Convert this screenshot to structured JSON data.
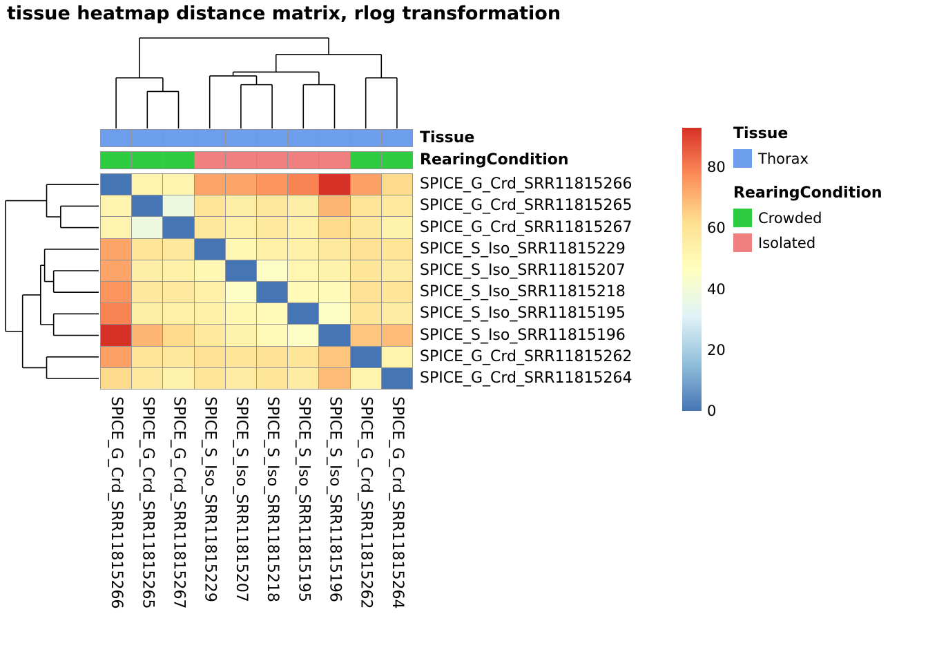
{
  "title": "tissue heatmap distance matrix, rlog transformation",
  "annotation_rows": {
    "tissue_label": "Tissue",
    "rearing_label": "RearingCondition"
  },
  "legend": {
    "tissue_title": "Tissue",
    "tissue_items": [
      {
        "label": "Thorax",
        "color": "#6D9EEB"
      }
    ],
    "rearing_title": "RearingCondition",
    "rearing_items": [
      {
        "label": "Crowded",
        "color": "#2ECC40"
      },
      {
        "label": "Isolated",
        "color": "#F08080"
      }
    ]
  },
  "chart_data": {
    "type": "heatmap",
    "title": "tissue heatmap distance matrix, rlog transformation",
    "labels": [
      "SPICE_G_Crd_SRR11815266",
      "SPICE_G_Crd_SRR11815265",
      "SPICE_G_Crd_SRR11815267",
      "SPICE_S_Iso_SRR11815229",
      "SPICE_S_Iso_SRR11815207",
      "SPICE_S_Iso_SRR11815218",
      "SPICE_S_Iso_SRR11815195",
      "SPICE_S_Iso_SRR11815196",
      "SPICE_G_Crd_SRR11815262",
      "SPICE_G_Crd_SRR11815264"
    ],
    "matrix": [
      [
        0,
        52,
        52,
        73,
        73,
        76,
        79,
        93,
        74,
        63
      ],
      [
        52,
        0,
        38,
        60,
        55,
        58,
        55,
        70,
        60,
        57
      ],
      [
        52,
        38,
        0,
        58,
        54,
        57,
        54,
        63,
        58,
        53
      ],
      [
        73,
        60,
        58,
        0,
        50,
        54,
        54,
        57,
        61,
        59
      ],
      [
        73,
        55,
        54,
        50,
        0,
        45,
        51,
        53,
        59,
        56
      ],
      [
        76,
        58,
        57,
        54,
        45,
        0,
        49,
        49,
        61,
        59
      ],
      [
        79,
        55,
        54,
        54,
        51,
        49,
        0,
        45,
        59,
        56
      ],
      [
        93,
        70,
        63,
        57,
        53,
        49,
        45,
        0,
        67,
        69
      ],
      [
        74,
        60,
        58,
        61,
        59,
        61,
        59,
        67,
        0,
        52
      ],
      [
        63,
        57,
        53,
        59,
        56,
        59,
        56,
        69,
        52,
        0
      ]
    ],
    "col_annotations": {
      "Tissue": [
        "Thorax",
        "Thorax",
        "Thorax",
        "Thorax",
        "Thorax",
        "Thorax",
        "Thorax",
        "Thorax",
        "Thorax",
        "Thorax"
      ],
      "RearingCondition": [
        "Crowded",
        "Crowded",
        "Crowded",
        "Isolated",
        "Isolated",
        "Isolated",
        "Isolated",
        "Isolated",
        "Crowded",
        "Crowded"
      ]
    },
    "annotation_colors": {
      "Thorax": "#6D9EEB",
      "Crowded": "#2ECC40",
      "Isolated": "#F08080"
    },
    "color_scale": {
      "domain": [
        0,
        93
      ],
      "colors": [
        "#4575B4",
        "#91BFDB",
        "#E0F3F8",
        "#FFFFBF",
        "#FEE090",
        "#FC8D59",
        "#D73027"
      ],
      "ticks": [
        80,
        60,
        40,
        20,
        0
      ]
    },
    "dendrogram_merges": [
      [
        1,
        2,
        38
      ],
      [
        0,
        10,
        52
      ],
      [
        4,
        5,
        45
      ],
      [
        3,
        12,
        54
      ],
      [
        6,
        7,
        45
      ],
      [
        13,
        14,
        58
      ],
      [
        8,
        9,
        52
      ],
      [
        15,
        16,
        76
      ],
      [
        11,
        17,
        93
      ]
    ]
  }
}
